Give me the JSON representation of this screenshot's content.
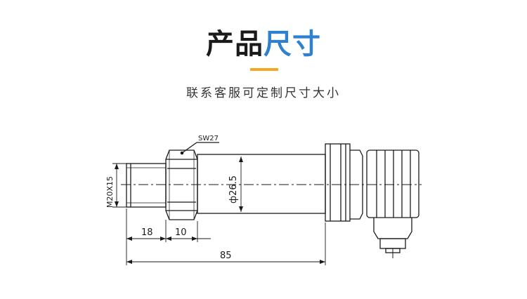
{
  "header": {
    "title_dark": "产品",
    "title_accent": "尺寸",
    "subtitle": "联系客服可定制尺寸大小"
  },
  "colors": {
    "title": "#1a1a1a",
    "accent": "#2f80d1",
    "underline": "#f5a623",
    "line": "#1a1a1a"
  },
  "drawing": {
    "wrench_label": "SW27",
    "thread_label": "M20X15",
    "diameter_label": "ф26.5",
    "dim_thread_length": "18",
    "dim_hex_length": "10",
    "dim_total_length": "85"
  }
}
